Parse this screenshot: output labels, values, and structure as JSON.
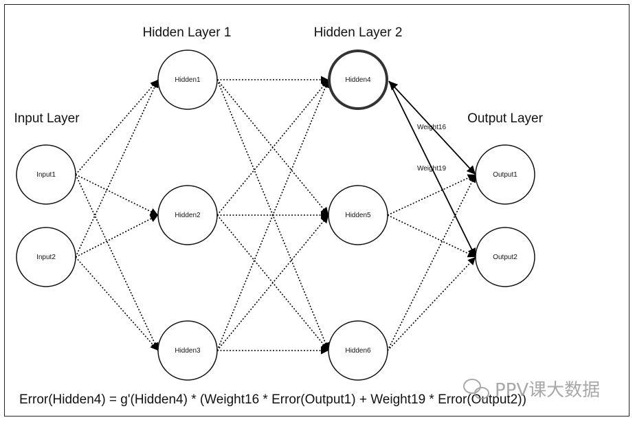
{
  "layers": {
    "input": "Input Layer",
    "hidden1": "Hidden Layer 1",
    "hidden2": "Hidden Layer 2",
    "output": "Output Layer"
  },
  "nodes": {
    "input1": "Input1",
    "input2": "Input2",
    "hidden1": "Hidden1",
    "hidden2": "Hidden2",
    "hidden3": "Hidden3",
    "hidden4": "Hidden4",
    "hidden5": "Hidden5",
    "hidden6": "Hidden6",
    "output1": "Output1",
    "output2": "Output2"
  },
  "weights": {
    "w16": "Weight16",
    "w19": "Weight19"
  },
  "formula": "Error(Hidden4) = g'(Hidden4) * (Weight16 * Error(Output1) + Weight19 * Error(Output2))",
  "watermark": "PPV课大数据"
}
